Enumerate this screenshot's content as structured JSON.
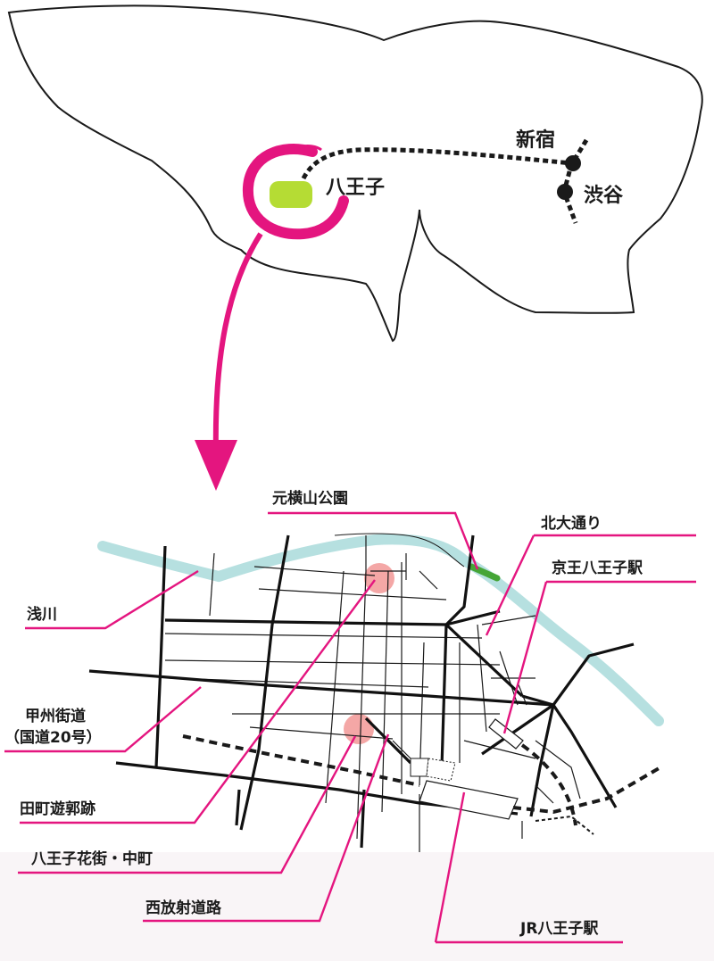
{
  "colors": {
    "outline": "#1a1a1a",
    "accent": "#e4157f",
    "river": "#b6e0e0",
    "park": "#45a537",
    "highlight": "#f4a7a6",
    "hachioji_area": "#b5dc34",
    "road": "#111111"
  },
  "overview_map": {
    "stations": [
      {
        "label": "新宿"
      },
      {
        "label": "渋谷"
      }
    ],
    "focus_label": "八王子"
  },
  "detail_map": {
    "labels": {
      "motoyokoyama_park": "元横山公園",
      "kitaodori": "北大通り",
      "keio_station": "京王八王子駅",
      "asakawa": "浅川",
      "koshu_kaido": "甲州街道",
      "koshu_kaido_sub": "（国道20号）",
      "tamachi": "田町遊郭跡",
      "hanagai": "八王子花街・中町",
      "nishihoshado": "西放射道路",
      "jr_station": "JR八王子駅"
    }
  }
}
